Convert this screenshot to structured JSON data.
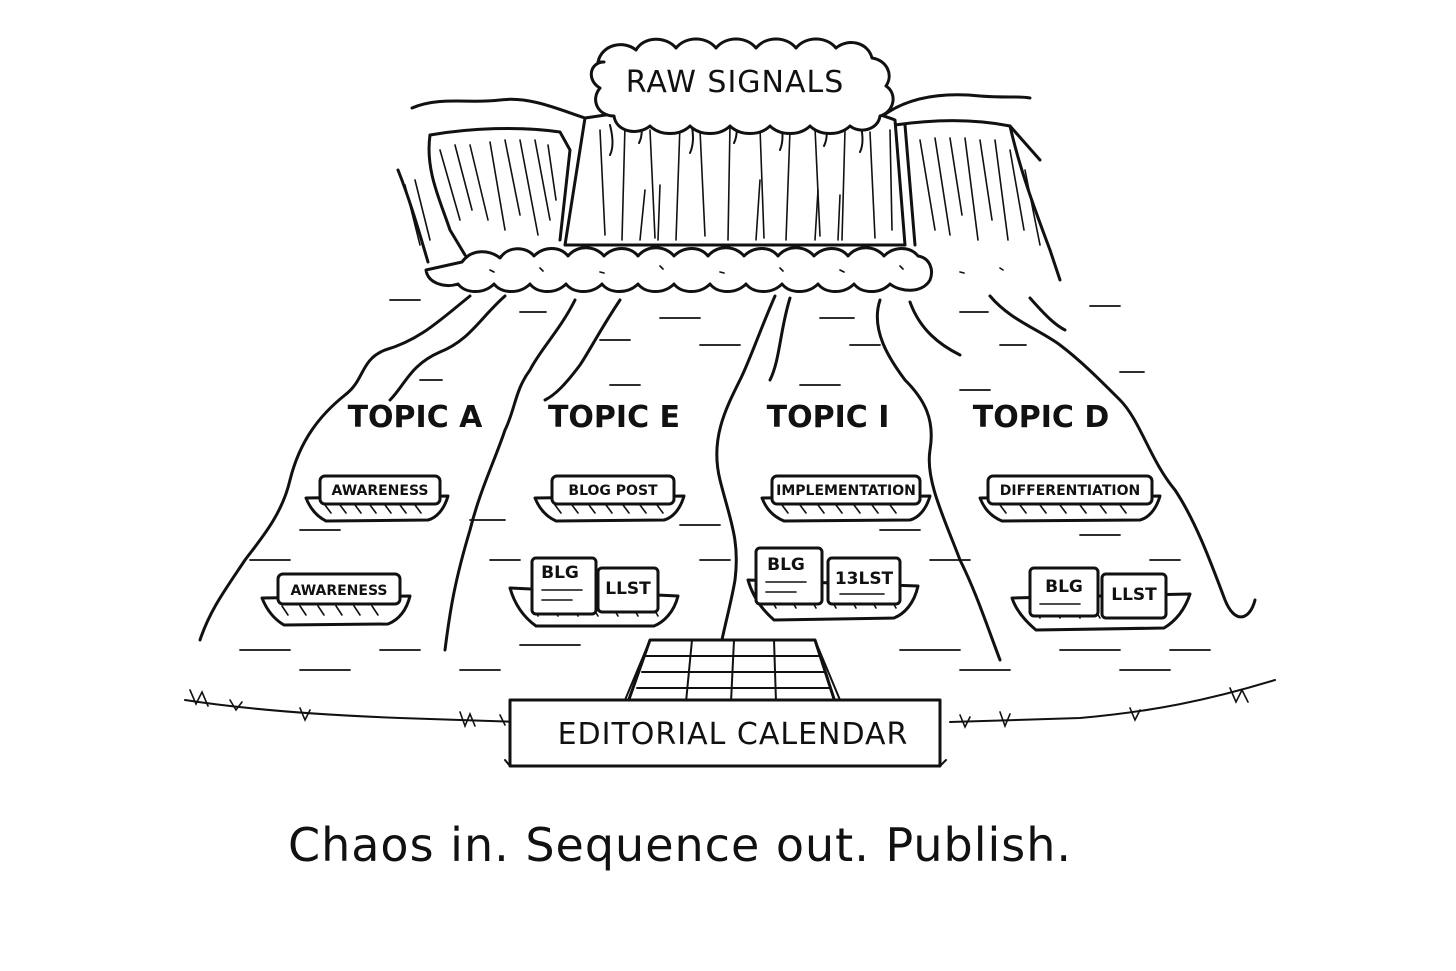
{
  "header": {
    "label": "RAW SIGNALS"
  },
  "topics": [
    {
      "name": "TOPIC A",
      "tag": "AWARENESS",
      "lower_tags": [
        "AWARENESS"
      ]
    },
    {
      "name": "TOPIC E",
      "tag": "BLOG POST",
      "lower_tags": [
        "BLG",
        "LLST"
      ]
    },
    {
      "name": "TOPIC I",
      "tag": "IMPLEMENTATION",
      "lower_tags": [
        "BLG",
        "13LST"
      ]
    },
    {
      "name": "TOPIC D",
      "tag": "DIFFERENTIATION",
      "lower_tags": [
        "BLG",
        "LLST"
      ]
    }
  ],
  "calendar": {
    "label": "EDITORIAL CALENDAR"
  },
  "caption": "Chaos in. Sequence out. Publish."
}
